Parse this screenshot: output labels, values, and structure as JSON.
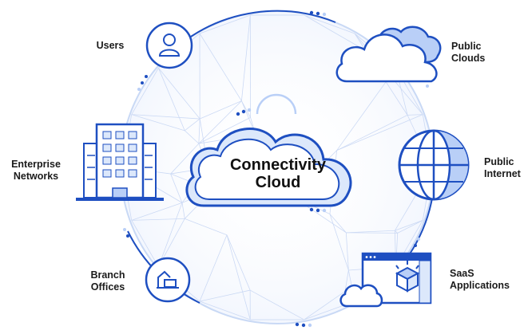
{
  "center": {
    "line1": "Connectivity",
    "line2": "Cloud"
  },
  "nodes": {
    "users": {
      "line1": "Users"
    },
    "public_clouds": {
      "line1": "Public",
      "line2": "Clouds"
    },
    "enterprise": {
      "line1": "Enterprise",
      "line2": "Networks"
    },
    "internet": {
      "line1": "Public",
      "line2": "Internet"
    },
    "branch": {
      "line1": "Branch",
      "line2": "Offices"
    },
    "saas": {
      "line1": "SaaS",
      "line2": "Applications"
    }
  },
  "colors": {
    "primary": "#1e4fc1",
    "light": "#b9cff7",
    "pale": "#e4edfc",
    "mesh": "#c7d6f3"
  }
}
